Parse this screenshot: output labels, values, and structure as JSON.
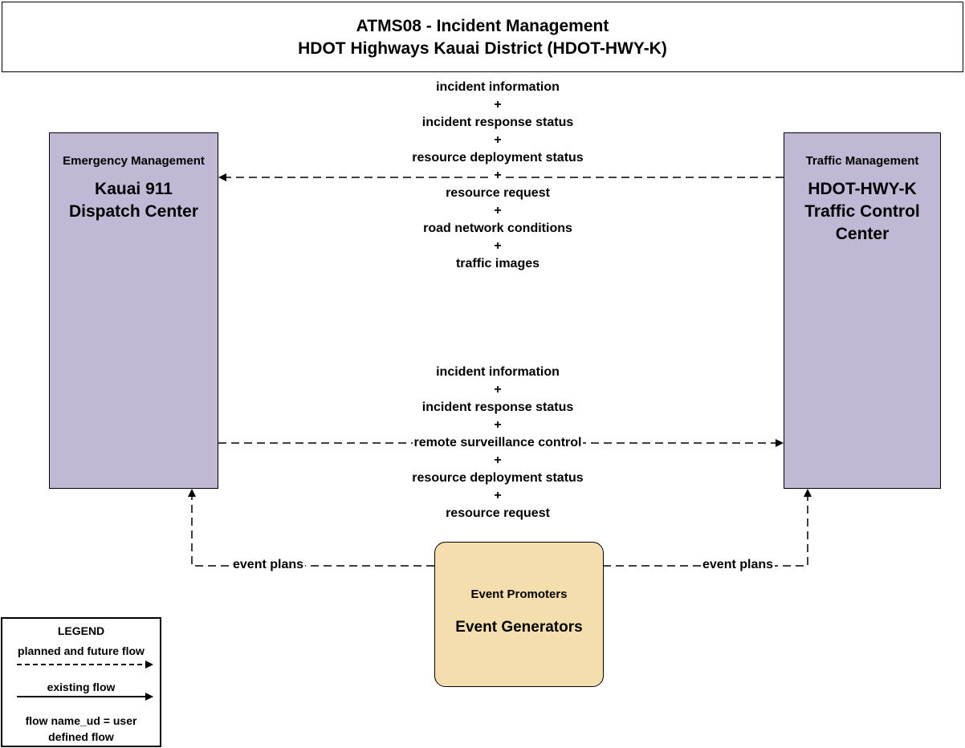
{
  "header": {
    "title": "ATMS08 - Incident Management",
    "subtitle": "HDOT Highways Kauai District (HDOT-HWY-K)"
  },
  "entities": {
    "emergency": {
      "category": "Emergency Management",
      "name_line1": "Kauai 911",
      "name_line2": "Dispatch Center"
    },
    "traffic": {
      "category": "Traffic Management",
      "name_line1": "HDOT-HWY-K",
      "name_line2": "Traffic Control",
      "name_line3": "Center"
    },
    "event": {
      "category": "Event Promoters",
      "name": "Event Generators"
    }
  },
  "flows": {
    "traffic_to_emergency": {
      "items": [
        "incident information",
        "incident response status",
        "resource deployment status",
        "resource request",
        "road network conditions",
        "traffic images"
      ],
      "separator": "+"
    },
    "emergency_to_traffic": {
      "items": [
        "incident information",
        "incident response status",
        "remote surveillance control",
        "resource deployment status",
        "resource request"
      ],
      "separator": "+"
    },
    "event_to_emergency": {
      "label": "event plans"
    },
    "event_to_traffic": {
      "label": "event plans"
    }
  },
  "legend": {
    "title": "LEGEND",
    "planned": "planned and future flow",
    "existing": "existing flow",
    "user_defined_line1": "flow name_ud = user",
    "user_defined_line2": "defined flow"
  },
  "colors": {
    "center_fill": "#c0b8d4",
    "event_fill": "#f5dead",
    "line": "#000000"
  }
}
